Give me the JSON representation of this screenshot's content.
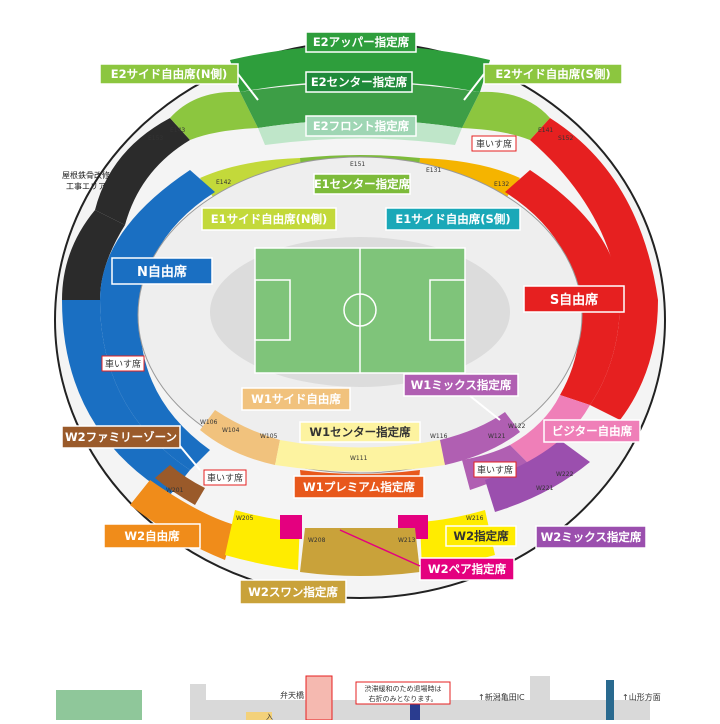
{
  "section_labels": {
    "e2_upper": "E2アッパー指定席",
    "e2_side_n": "E2サイド自由席(N側)",
    "e2_center": "E2センター指定席",
    "e2_side_s": "E2サイド自由席(S側)",
    "e2_front": "E2フロント指定席",
    "e1_center": "E1センター指定席",
    "e1_side_n": "E1サイド自由席(N側)",
    "e1_side_s": "E1サイド自由席(S側)",
    "n_free": "N自由席",
    "s_free": "S自由席",
    "w1_side": "W1サイド自由席",
    "w1_mix": "W1ミックス指定席",
    "w1_center": "W1センター指定席",
    "visitor": "ビジター自由席",
    "w2_family": "W2ファミリーゾーン",
    "w1_premium": "W1プレミアム指定席",
    "w2_free": "W2自由席",
    "w2_reserved": "W2指定席",
    "w2_mix": "W2ミックス指定席",
    "w2_pair": "W2ペア指定席",
    "w2_swan": "W2スワン指定席"
  },
  "wheelchair_label": "車いす席",
  "construction_note": "屋根鉄骨改修\n工事エリア",
  "gate_codes": [
    "E153",
    "E143",
    "S152",
    "E141",
    "E142",
    "E151",
    "E131",
    "E132",
    "W104",
    "W105",
    "W106",
    "W111",
    "W116",
    "W121",
    "W122",
    "W201",
    "W205",
    "W208",
    "W213",
    "W221",
    "W222",
    "W216"
  ],
  "map": {
    "bridge": "弁天橋",
    "notice_line1": "渋滞緩和のため退場時は",
    "notice_line2": "右折のみとなります。",
    "ic": "↑新潟亀田IC",
    "yamagata": "↑山形方面",
    "gate_mark": "入"
  },
  "colors": {
    "e2_upper": "#2e9e3c",
    "e2_center": "#1f8a3a",
    "e2_side": "#8cc63f",
    "e2_front": "#9fd6b4",
    "e1_center": "#7dbb3a",
    "e1_side_n": "#c3d93a",
    "e1_side_s": "#1aa8b8",
    "n_free": "#1a6fc2",
    "s_free": "#e62020",
    "w1_side": "#f1c27d",
    "w1_mix": "#b05fb2",
    "w1_center": "#fdf3a0",
    "visitor": "#ef7fb8",
    "w2_family": "#9a5a2a",
    "w1_premium": "#e8581c",
    "w2_free": "#f08c1a",
    "w2_reserved": "#ffec00",
    "w2_mix": "#9b4fae",
    "w2_pair": "#e4007f",
    "w2_swan": "#c9a23a",
    "construction": "#2b2b2b",
    "pitch": "#7fc47a",
    "track": "#dcdcdc"
  }
}
